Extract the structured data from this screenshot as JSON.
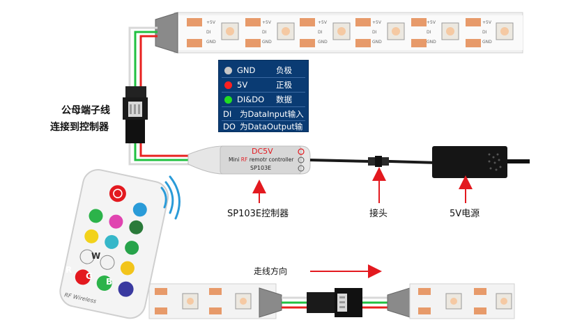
{
  "left_note": {
    "line1": "公母端子线",
    "line2": "连接到控制器"
  },
  "legend": {
    "rows": [
      {
        "name": "GND",
        "cn": "负极",
        "color": "#c8c8c8"
      },
      {
        "name": "5V",
        "cn": "正极",
        "color": "#ff2020"
      },
      {
        "name": "DI&DO",
        "cn": "数据",
        "color": "#22dd22"
      }
    ],
    "notes": [
      {
        "abbr": "DI",
        "text": "为DataInput输入"
      },
      {
        "abbr": "DO",
        "text": "为DataOutput输出"
      }
    ]
  },
  "controller": {
    "voltage": "DC5V",
    "line_pre": "Mini ",
    "line_rf": "RF",
    "line_post": " remotr controller",
    "model": "SP103E"
  },
  "strip_pads": {
    "a": "+5V",
    "b": "DI",
    "c": "GND"
  },
  "labels": {
    "controller": "SP103E控制器",
    "joint": "接头",
    "power": "5V电源",
    "direction": "走线方向"
  },
  "remote": {
    "brand": "RF Wireless",
    "buttons": [
      "R",
      "G",
      "B",
      "W"
    ]
  },
  "colors": {
    "legend_bg": "#0a3b73",
    "arrow": "#e3191f",
    "wire_red": "#e8211f",
    "wire_green": "#20c040",
    "wire_white": "#e8e8e8"
  }
}
